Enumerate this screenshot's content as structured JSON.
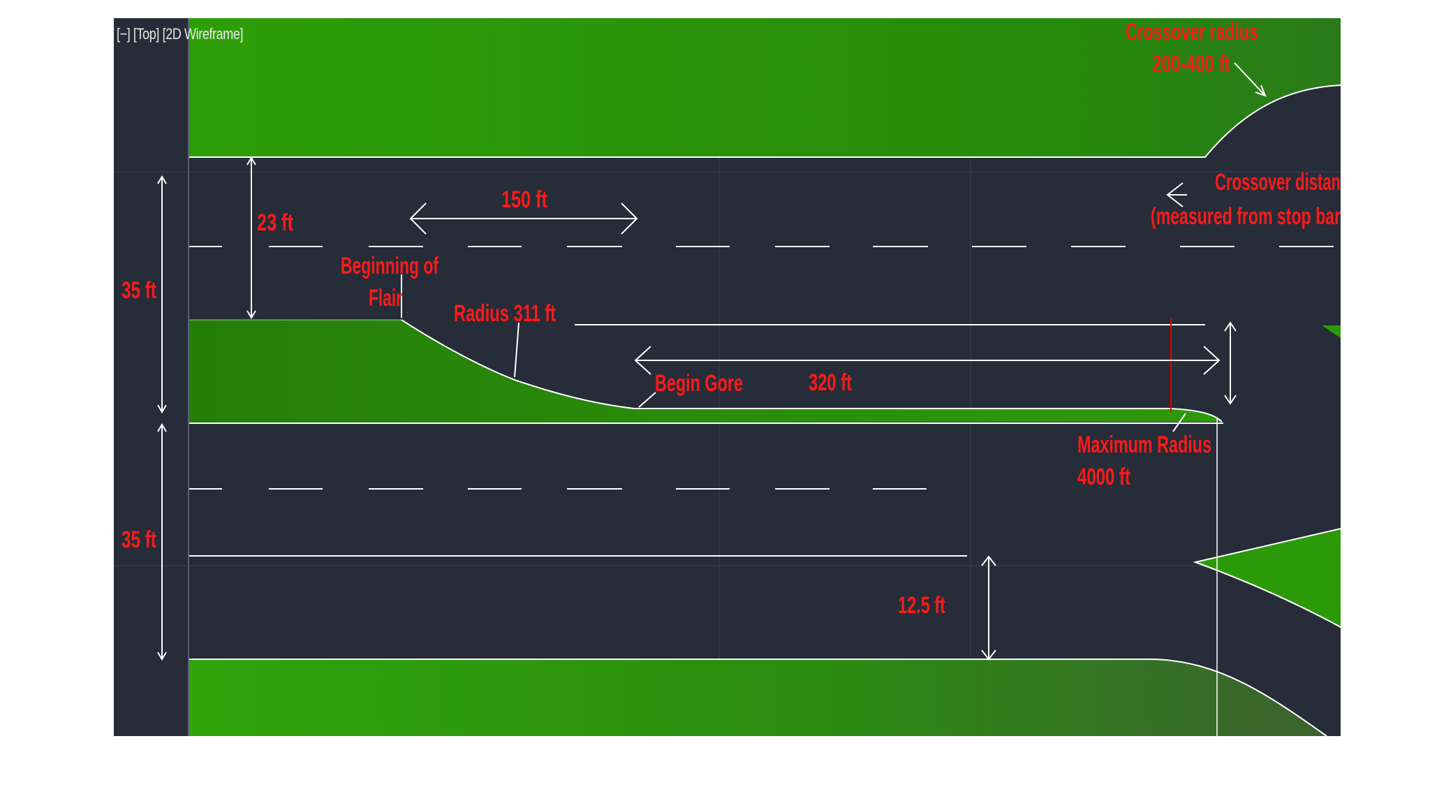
{
  "viewport": {
    "label": "[−] [Top] [2D Wireframe]",
    "background": "#262c38",
    "grass_color": "#2c9a08",
    "line_color": "#ffffff",
    "annotation_color": "#ff0000"
  },
  "annotations": {
    "crossover_radius_1": "Crossover radius",
    "crossover_radius_2": "200-400 ft",
    "crossover_distance_1": "Crossover distan",
    "crossover_distance_2": "(measured from stop bar",
    "dim_150": "150 ft",
    "dim_23": "23 ft",
    "dim_35_top": "35 ft",
    "dim_35_bottom": "35 ft",
    "beginning_of_1": "Beginning of",
    "beginning_of_2": "Flair",
    "radius_311": "Radius 311 ft",
    "begin_gore": "Begin Gore",
    "dim_320": "320 ft",
    "max_radius_1": "Maximum Radius",
    "max_radius_2": "4000 ft",
    "dim_12_5": "12.5 ft"
  }
}
